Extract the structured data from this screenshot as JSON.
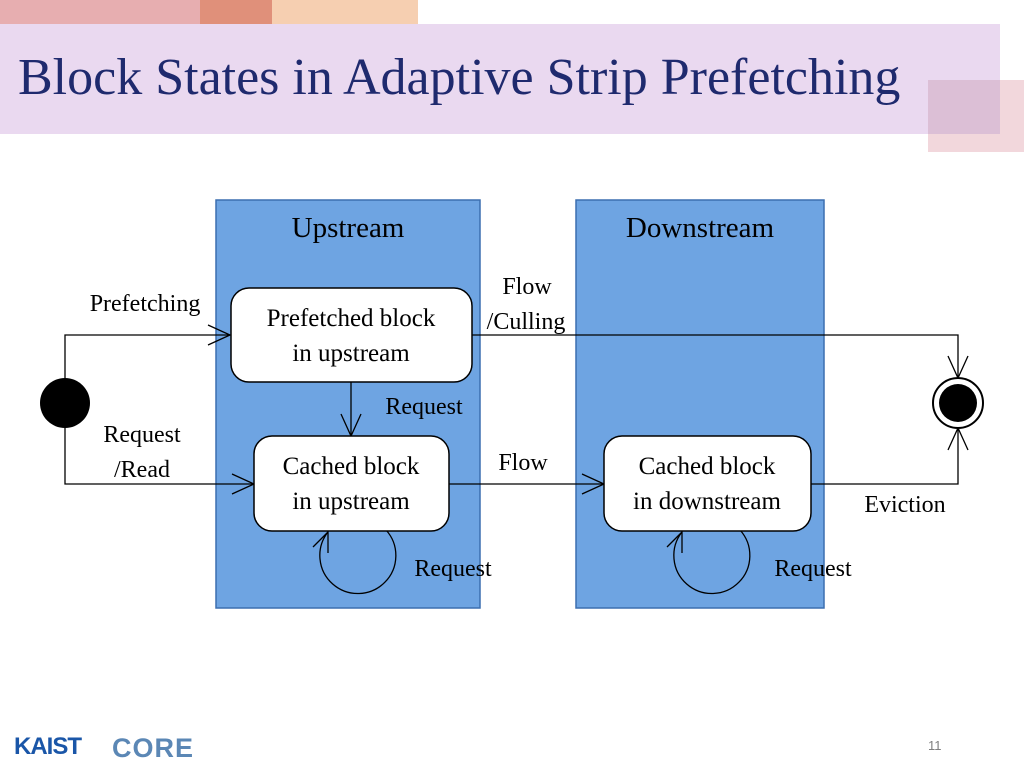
{
  "title": "Block States in Adaptive Strip Prefetching",
  "page_number": "11",
  "logos": {
    "kaist": "KAIST",
    "core": "CORE"
  },
  "colors": {
    "title_text": "#1f2a6e",
    "title_band": "#ead9f0",
    "region_fill": "#6ea4e2",
    "region_border": "#3c6fb0",
    "state_fill": "#ffffff",
    "line": "#000000"
  },
  "regions": {
    "upstream": "Upstream",
    "downstream": "Downstream"
  },
  "states": {
    "prefetched_upstream": {
      "line1": "Prefetched block",
      "line2": "in upstream"
    },
    "cached_upstream": {
      "line1": "Cached block",
      "line2": "in upstream"
    },
    "cached_downstream": {
      "line1": "Cached block",
      "line2": "in downstream"
    }
  },
  "pseudo_states": {
    "initial": "initial-state",
    "final": "final-state"
  },
  "transitions": {
    "prefetching": "Prefetching",
    "request_read": {
      "line1": "Request",
      "line2": "/Read"
    },
    "flow_culling": {
      "line1": "Flow",
      "line2": "/Culling"
    },
    "request_prefetched_to_cached": "Request",
    "flow_up_to_down": "Flow",
    "request_self_upstream": "Request",
    "request_self_downstream": "Request",
    "eviction": "Eviction"
  }
}
